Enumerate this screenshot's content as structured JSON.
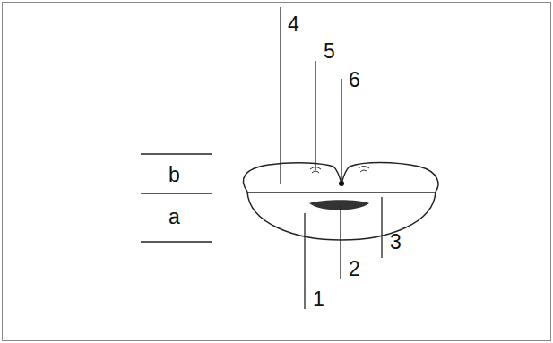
{
  "diagram": {
    "labels": [
      "4",
      "5",
      "6",
      "b",
      "a",
      "1",
      "2",
      "3"
    ]
  }
}
